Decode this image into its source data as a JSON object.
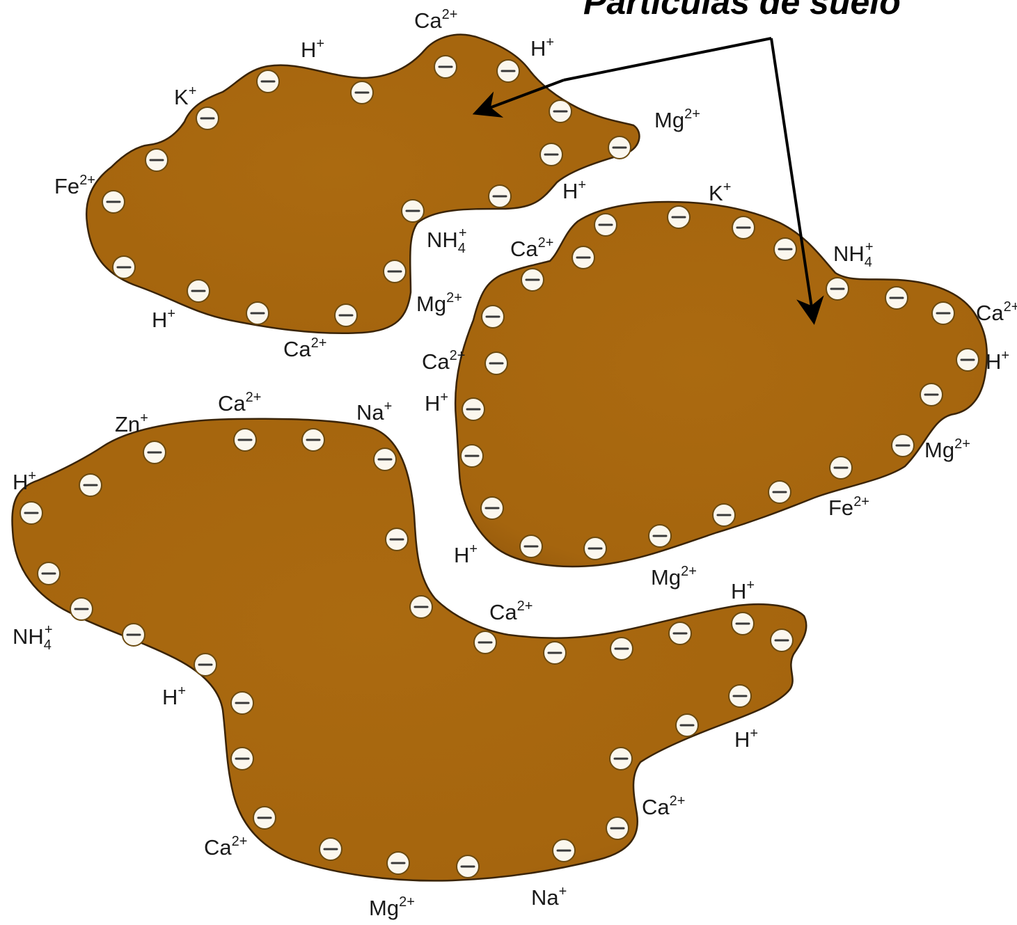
{
  "title": "Partículas de suelo",
  "colors": {
    "soil": "#a8680f",
    "soil_dark": "#8a520a",
    "charge_fill": "#fbf7ee",
    "text": "#1a1a1a"
  },
  "charge_symbol": "−",
  "ions": {
    "p1": [
      {
        "base": "Ca",
        "sup": "2+"
      },
      {
        "base": "H",
        "sup": "+"
      },
      {
        "base": "H",
        "sup": "+"
      },
      {
        "base": "K",
        "sup": "+"
      },
      {
        "base": "Mg",
        "sup": "2+"
      },
      {
        "base": "Fe",
        "sup": "2+"
      },
      {
        "base": "H",
        "sup": "+"
      },
      {
        "base": "NH",
        "sub": "4",
        "sup": "+"
      },
      {
        "base": "H",
        "sup": "+"
      },
      {
        "base": "Ca",
        "sup": "2+"
      }
    ],
    "p2": [
      {
        "base": "K",
        "sup": "+"
      },
      {
        "base": "Ca",
        "sup": "2+"
      },
      {
        "base": "NH",
        "sub": "4",
        "sup": "+"
      },
      {
        "base": "Mg",
        "sup": "2+"
      },
      {
        "base": "Ca",
        "sup": "2+"
      },
      {
        "base": "H",
        "sup": "+"
      },
      {
        "base": "Ca",
        "sup": "2+"
      },
      {
        "base": "H",
        "sup": "+"
      },
      {
        "base": "Mg",
        "sup": "2+"
      },
      {
        "base": "Fe",
        "sup": "2+"
      },
      {
        "base": "H",
        "sup": "+"
      },
      {
        "base": "Mg",
        "sup": "2+"
      }
    ],
    "p3": [
      {
        "base": "Zn",
        "sup": "+"
      },
      {
        "base": "Ca",
        "sup": "2+"
      },
      {
        "base": "Na",
        "sup": "+"
      },
      {
        "base": "H",
        "sup": "+"
      },
      {
        "base": "Ca",
        "sup": "2+"
      },
      {
        "base": "H",
        "sup": "+"
      },
      {
        "base": "NH",
        "sub": "4",
        "sup": "+"
      },
      {
        "base": "H",
        "sup": "+"
      },
      {
        "base": "H",
        "sup": "+"
      },
      {
        "base": "Ca",
        "sup": "2+"
      },
      {
        "base": "Ca",
        "sup": "2+"
      },
      {
        "base": "Mg",
        "sup": "2+"
      },
      {
        "base": "Na",
        "sup": "+"
      }
    ]
  }
}
